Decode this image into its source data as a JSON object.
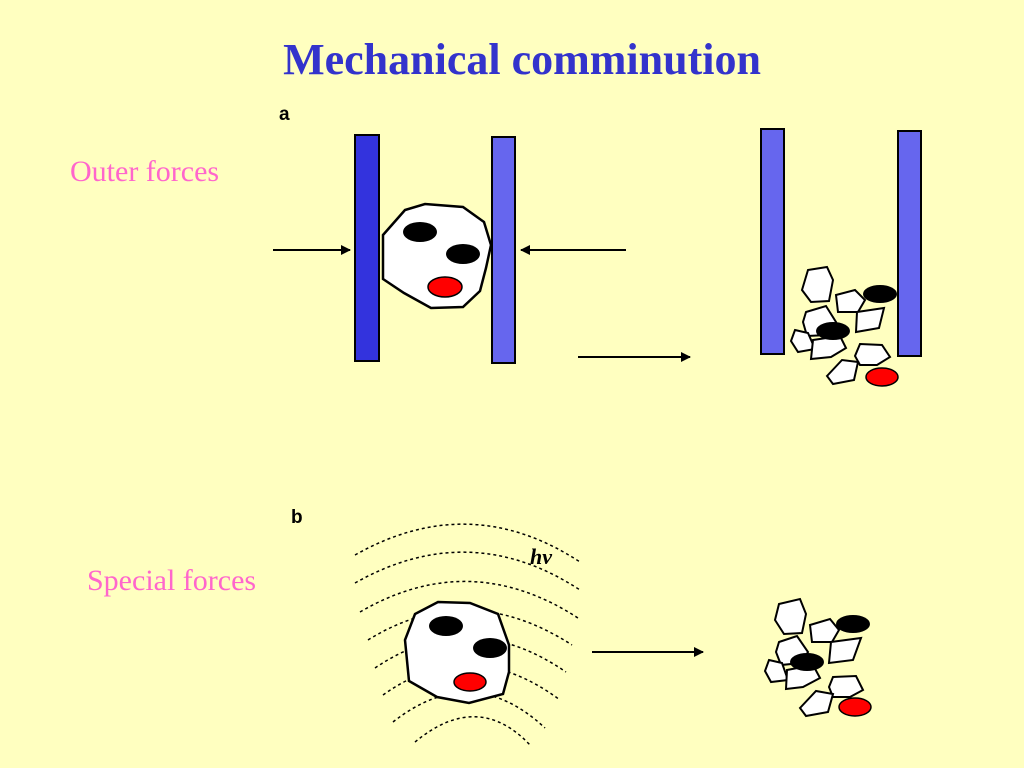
{
  "slide": {
    "title": "Mechanical comminution",
    "background": "#ffffc0",
    "title_color": "#3333cc",
    "label_color": "#ff66cc"
  },
  "panel_a": {
    "letter": "a",
    "label": "Outer forces"
  },
  "panel_b": {
    "letter": "b",
    "label": "Special forces",
    "radiation_symbol": "hν"
  },
  "colors": {
    "plate_dark": "#3333dd",
    "plate_light": "#6666ee",
    "inclusion_dark": "#000000",
    "inclusion_red": "#ff0000",
    "particle_fill": "#ffffff"
  }
}
